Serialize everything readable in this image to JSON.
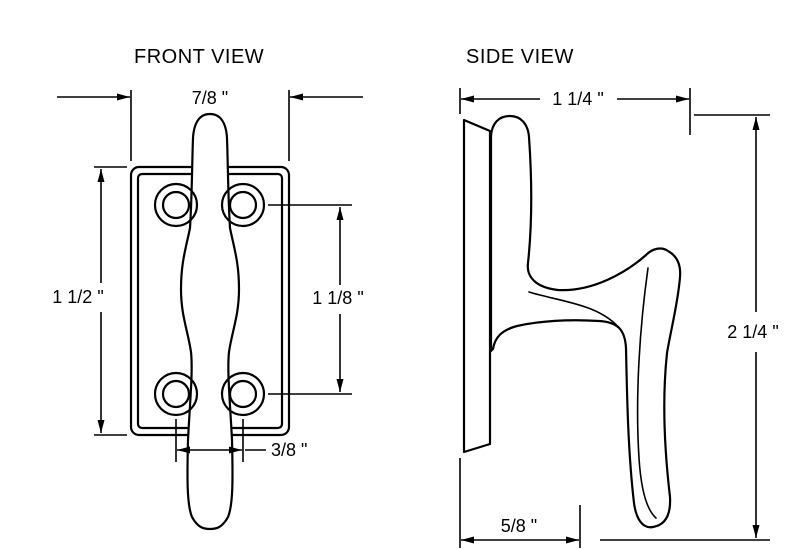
{
  "colors": {
    "background": "#ffffff",
    "line": "#000000"
  },
  "front_view": {
    "title": "FRONT VIEW",
    "dim_plate_width": "7/8 \"",
    "dim_plate_height": "1 1/2 \"",
    "dim_hole_spacing_vertical": "1 1/8 \"",
    "dim_hole_spacing_horizontal": "3/8 \""
  },
  "side_view": {
    "title": "SIDE VIEW",
    "dim_overall_depth": "1 1/4 \"",
    "dim_overall_height": "2 1/4 \"",
    "dim_base_depth": "5/8 \""
  }
}
